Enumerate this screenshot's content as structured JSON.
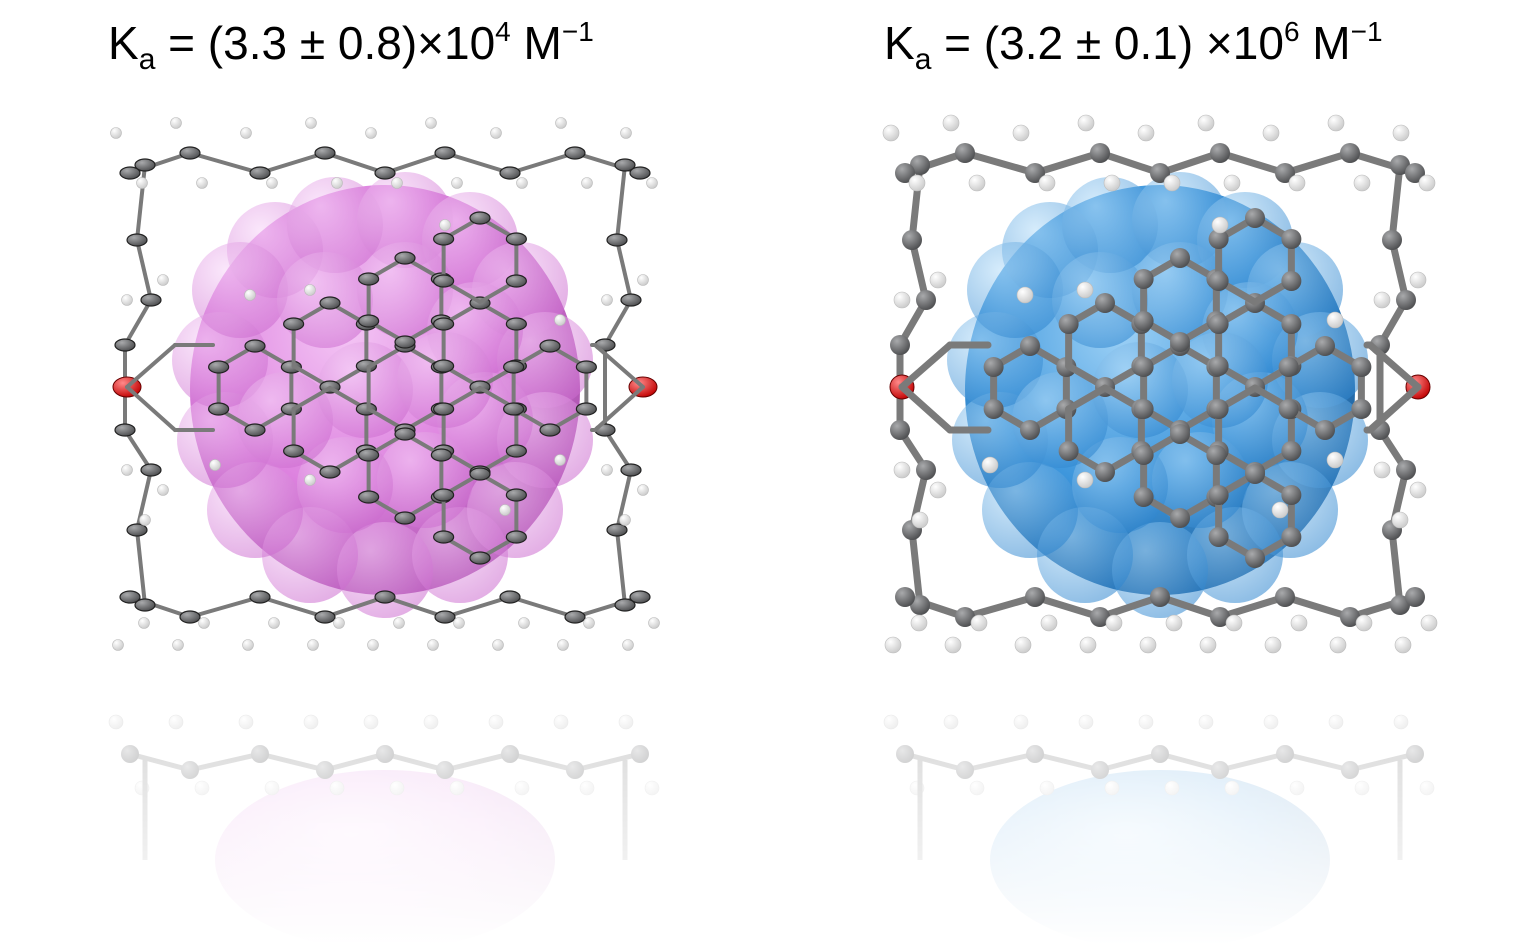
{
  "labels": {
    "left": {
      "symbol": "K",
      "subscript": "a",
      "equals": " = (3.3 ± 0.8)×10",
      "exponent": "4",
      "unit": " M",
      "unit_exponent": "−1"
    },
    "right": {
      "symbol": "K",
      "subscript": "a",
      "equals": " = (3.2 ± 0.1) ×10",
      "exponent": "6",
      "unit": " M",
      "unit_exponent": "−1"
    }
  },
  "colors": {
    "left_guest": "#dd82df",
    "right_guest": "#3d96dc",
    "carbon": "#5f6062",
    "hydrogen": "#ffffff",
    "oxygen": "#e41818",
    "bond": "#7a7a7a"
  },
  "structures": {
    "left": {
      "guest": "fullerene-magenta",
      "style": "thermal-ellipsoid"
    },
    "right": {
      "guest": "fullerene-blue",
      "style": "ball-and-stick"
    }
  }
}
